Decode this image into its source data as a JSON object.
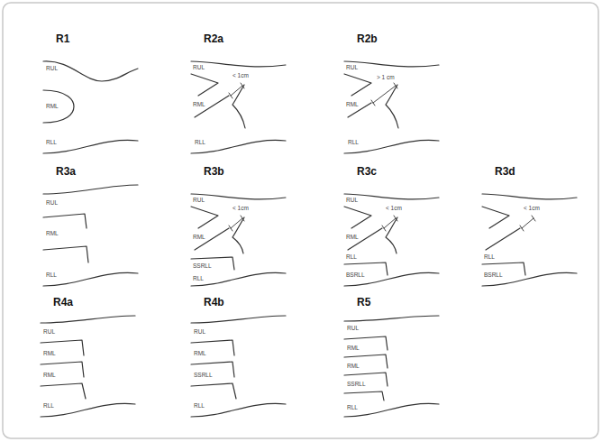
{
  "diagram": {
    "labels": [
      "R1",
      "RUL",
      "RML",
      "RLL",
      "R2a",
      "RUL",
      "< 1cm",
      "RML",
      "RLL",
      "R2b",
      "RUL",
      "> 1 cm",
      "RML",
      "RLL",
      "R3a",
      "RUL",
      "RML",
      "RLL",
      "R3b",
      "RUL",
      "< 1cm",
      "RML",
      "SSRLL",
      "RLL",
      "R3c",
      "RUL",
      "< 1cm",
      "RML",
      "RLL",
      "BSRLL",
      "R3d",
      "< 1cm",
      "RLL",
      "BSRLL",
      "R4a",
      "RUL",
      "RML",
      "RML",
      "RLL",
      "R4b",
      "RUL",
      "RML",
      "SSRLL",
      "RLL",
      "R5",
      "RUL",
      "RML",
      "RML",
      "SSRLL",
      "RLL"
    ]
  }
}
